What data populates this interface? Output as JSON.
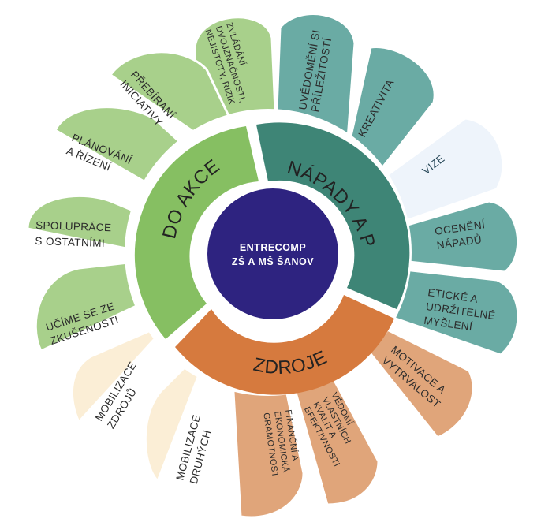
{
  "center": {
    "line1": "ENTRECOMP",
    "line2": "ZŠ A MŠ ŠANOV"
  },
  "rings": {
    "ideas": "NÁPADY A PŘÍLEŽITOSTI",
    "action": "DO AKCE",
    "resources": "ZDROJE"
  },
  "colors": {
    "ideas_ring": "#3e8576",
    "action_ring": "#86bf62",
    "resources_ring": "#d67a3e",
    "center": "#2e2380",
    "teal_petal": "#6aaba4",
    "light_petal": "#eef4fb",
    "green_petal": "#a8d08b",
    "cream_petal": "#fbeed6",
    "orange_petal": "#e0a57a"
  },
  "petals": [
    {
      "key": "uvedomeni",
      "lines": [
        "UVĚDOMĚNÍ SI",
        "PŘÍLEŽITOSTÍ"
      ],
      "group": "ideas"
    },
    {
      "key": "kreativita",
      "lines": [
        "KREATIVITA"
      ],
      "group": "ideas"
    },
    {
      "key": "vize",
      "lines": [
        "VIZE"
      ],
      "group": "ideas_light"
    },
    {
      "key": "oceneni",
      "lines": [
        "OCENĚNÍ",
        "NÁPADŮ"
      ],
      "group": "ideas"
    },
    {
      "key": "eticke",
      "lines": [
        "ETICKÉ A",
        "UDRŽITELNÉ",
        "MYŠLENÍ"
      ],
      "group": "ideas"
    },
    {
      "key": "motivace",
      "lines": [
        "MOTIVACE A",
        "VYTRVALOST"
      ],
      "group": "resources"
    },
    {
      "key": "vedomi",
      "lines": [
        "VĚDOMÍ",
        "VLASTNÍCH",
        "KVALIT A",
        "EFEKTIVNOSTI"
      ],
      "group": "resources",
      "small": true
    },
    {
      "key": "financni",
      "lines": [
        "FINANČNÍ A",
        "EKONOMICKÁ",
        "GRAMOTNOST"
      ],
      "group": "resources",
      "small": true
    },
    {
      "key": "mob_druhych",
      "lines": [
        "MOBILIZACE",
        "DRUHÝCH"
      ],
      "group": "resources_light"
    },
    {
      "key": "mob_zdroju",
      "lines": [
        "MOBILIZACE",
        "ZDROJŮ"
      ],
      "group": "resources_light"
    },
    {
      "key": "ucime",
      "lines": [
        "UČÍME SE ZE",
        "ZKUŠENOSTI"
      ],
      "group": "action"
    },
    {
      "key": "spoluprace",
      "lines": [
        "SPOLUPRÁCE",
        "S OSTATNÍMI"
      ],
      "group": "action"
    },
    {
      "key": "planovani",
      "lines": [
        "PLÁNOVÁNÍ",
        "A ŘÍZENÍ"
      ],
      "group": "action"
    },
    {
      "key": "prebirani",
      "lines": [
        "PŘEBÍRÁNÍ",
        "INICIATIVY"
      ],
      "group": "action"
    },
    {
      "key": "zvladani",
      "lines": [
        "ZVLÁDÁNÍ",
        "DVOJZNAČNOSTI,",
        "NEJISTOTY, RIZIK"
      ],
      "group": "action",
      "small": true
    }
  ]
}
